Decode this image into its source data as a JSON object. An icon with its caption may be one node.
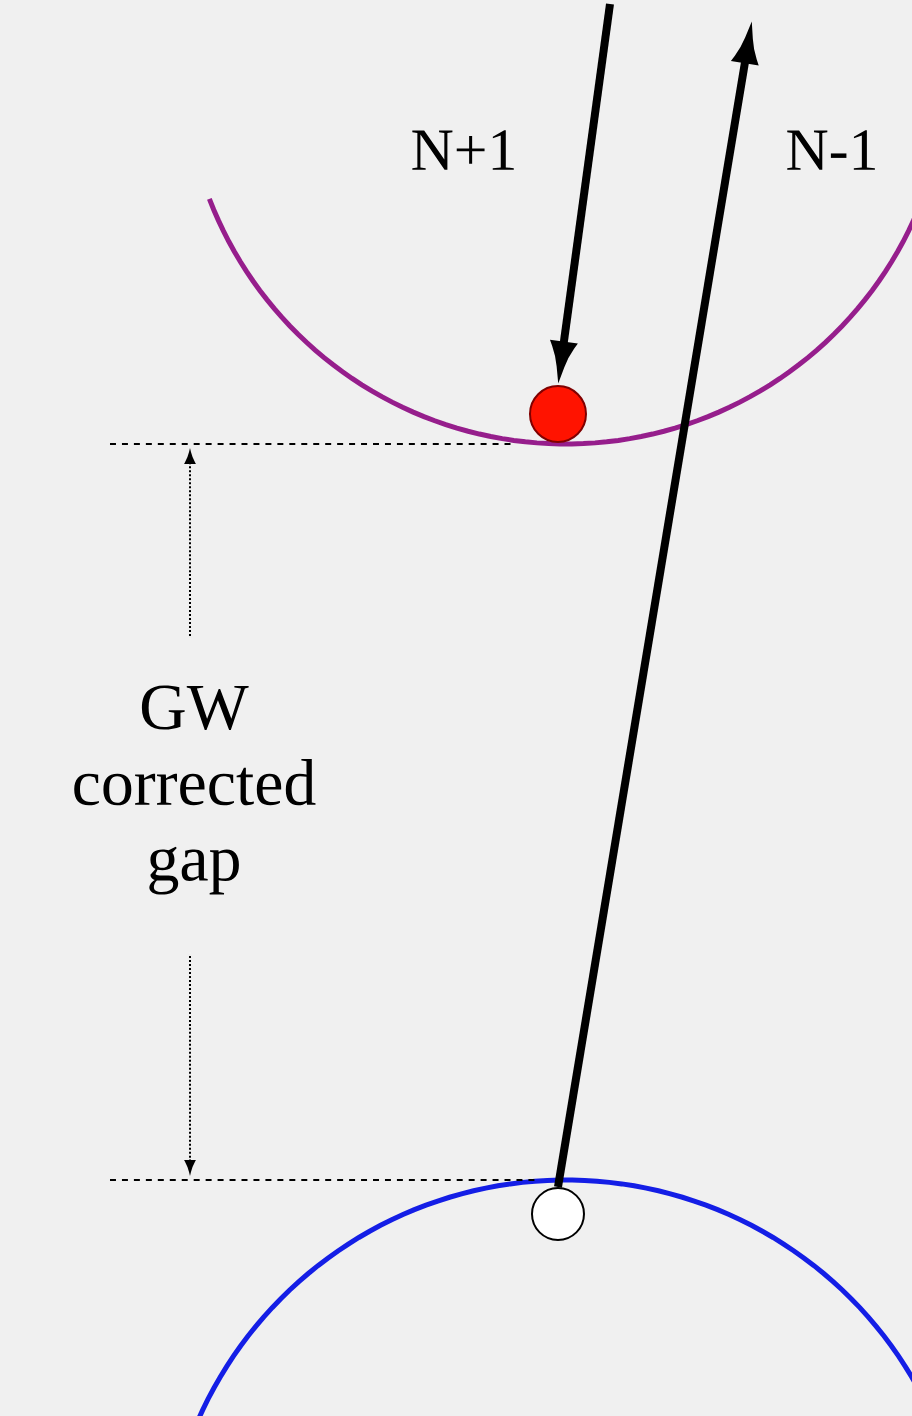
{
  "diagram": {
    "nodes": [
      {
        "text": [],
        "shape": "circle"
      },
      {
        "text": [],
        "shape": "circle"
      }
    ],
    "edges": [
      {
        "from": null,
        "to": 0,
        "arrow": "to",
        "label": "N+1"
      },
      {
        "from": 1,
        "to": null,
        "arrow": "to",
        "label": "N-1"
      }
    ],
    "labels": [
      "GW corrected gap"
    ]
  }
}
